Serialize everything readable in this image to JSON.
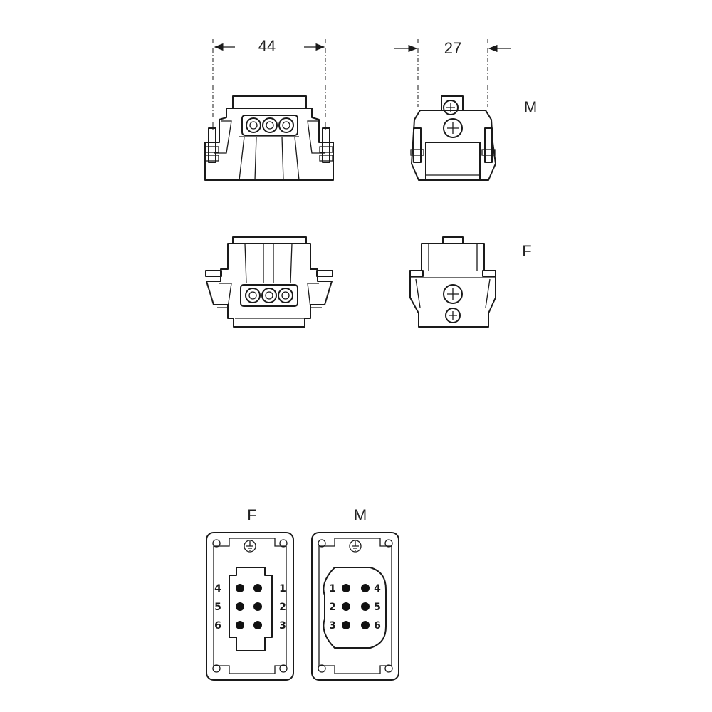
{
  "dimensions": {
    "width_label": "44",
    "depth_label": "27"
  },
  "side_view_labels": {
    "top_row": "M",
    "bottom_row": "F"
  },
  "face_labels": {
    "left": "F",
    "right": "M"
  },
  "female_face": {
    "left_pins": [
      "4",
      "5",
      "6"
    ],
    "right_pins": [
      "1",
      "2",
      "3"
    ]
  },
  "male_face": {
    "left_pins": [
      "1",
      "2",
      "3"
    ],
    "right_pins": [
      "4",
      "5",
      "6"
    ]
  },
  "earth_symbol": "⏚",
  "colors": {
    "line": "#1a1a1a",
    "background": "#ffffff"
  }
}
